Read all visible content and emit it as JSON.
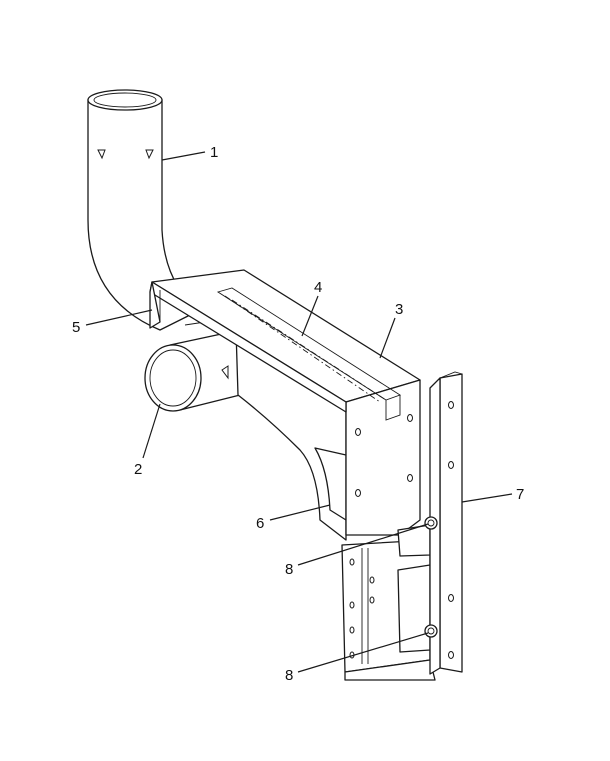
{
  "callouts": [
    {
      "number": "1"
    },
    {
      "number": "2"
    },
    {
      "number": "3"
    },
    {
      "number": "4"
    },
    {
      "number": "5"
    },
    {
      "number": "6"
    },
    {
      "number": "7"
    },
    {
      "number": "8"
    },
    {
      "number": "8"
    }
  ]
}
